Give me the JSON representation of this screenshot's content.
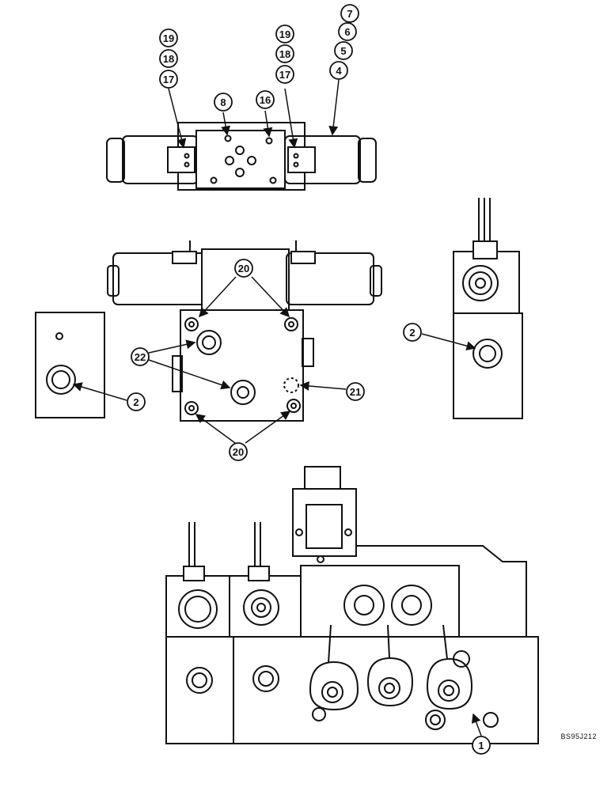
{
  "figure_ref": "BS95J212",
  "callouts": {
    "c7": "7",
    "c6": "6",
    "c5": "5",
    "c4": "4",
    "c19a": "19",
    "c18a": "18",
    "c17a": "17",
    "c19b": "19",
    "c18b": "18",
    "c17b": "17",
    "c8": "8",
    "c16": "16",
    "c20a": "20",
    "c20b": "20",
    "c22": "22",
    "c21": "21",
    "c2a": "2",
    "c2b": "2",
    "c1": "1"
  }
}
